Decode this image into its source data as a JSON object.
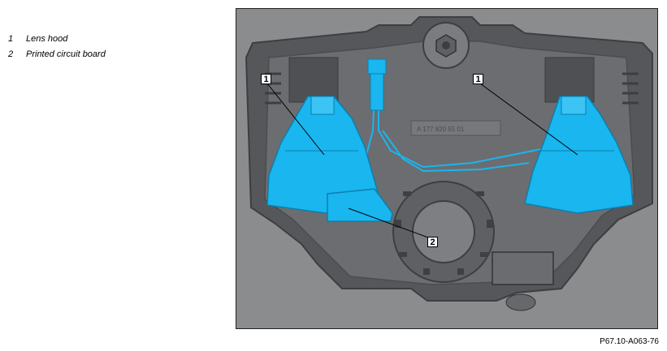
{
  "legend": [
    {
      "number": "1",
      "label": "Lens hood"
    },
    {
      "number": "2",
      "label": "Printed circuit board"
    }
  ],
  "callouts": {
    "left_hood": "1",
    "right_hood": "1",
    "pcb": "2"
  },
  "part_number_text": "A 177 820 55 01",
  "figure_reference": "P67.10-A063-76",
  "colors": {
    "background": "#8a8c8e",
    "housing": "#55575a",
    "housing_light": "#6b6d70",
    "highlight": "#19b6f0"
  }
}
